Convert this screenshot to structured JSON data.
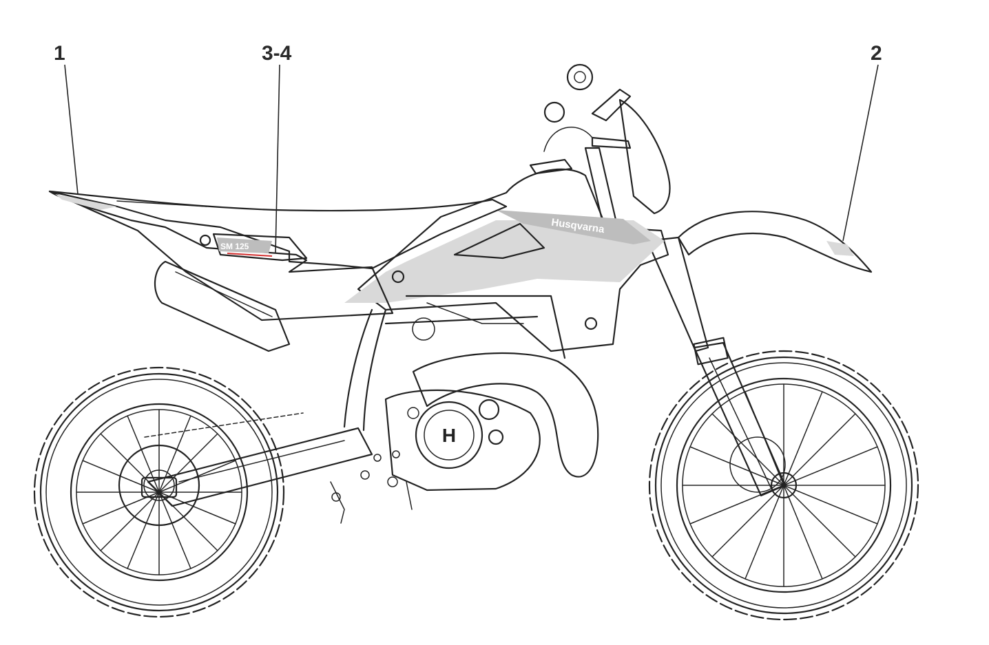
{
  "callouts": [
    {
      "id": "1",
      "label": "1"
    },
    {
      "id": "3-4",
      "label": "3-4"
    },
    {
      "id": "2",
      "label": "2"
    }
  ],
  "logos": {
    "tank_brand": "Husqvarna",
    "engine_emblem": "H",
    "side_panel_model": "SM 125"
  },
  "colors": {
    "line": "#222222",
    "decal_fill": "#d9d9d9",
    "accent_stripe": "#d32f2f"
  }
}
